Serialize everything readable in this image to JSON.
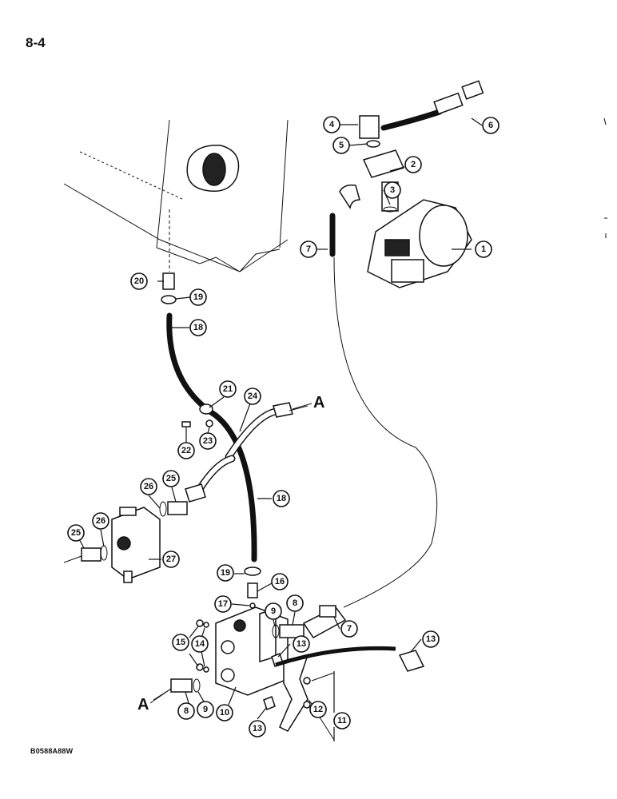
{
  "page": {
    "number": "8-4",
    "drawing_code": "B0588A88W"
  },
  "reference_letters": [
    "A",
    "A"
  ],
  "callouts": [
    "1",
    "2",
    "3",
    "4",
    "5",
    "6",
    "7",
    "7",
    "8",
    "8",
    "9",
    "9",
    "10",
    "11",
    "12",
    "13",
    "13",
    "13",
    "14",
    "15",
    "16",
    "17",
    "18",
    "18",
    "19",
    "19",
    "20",
    "21",
    "22",
    "23",
    "24",
    "25",
    "25",
    "26",
    "26",
    "27"
  ]
}
